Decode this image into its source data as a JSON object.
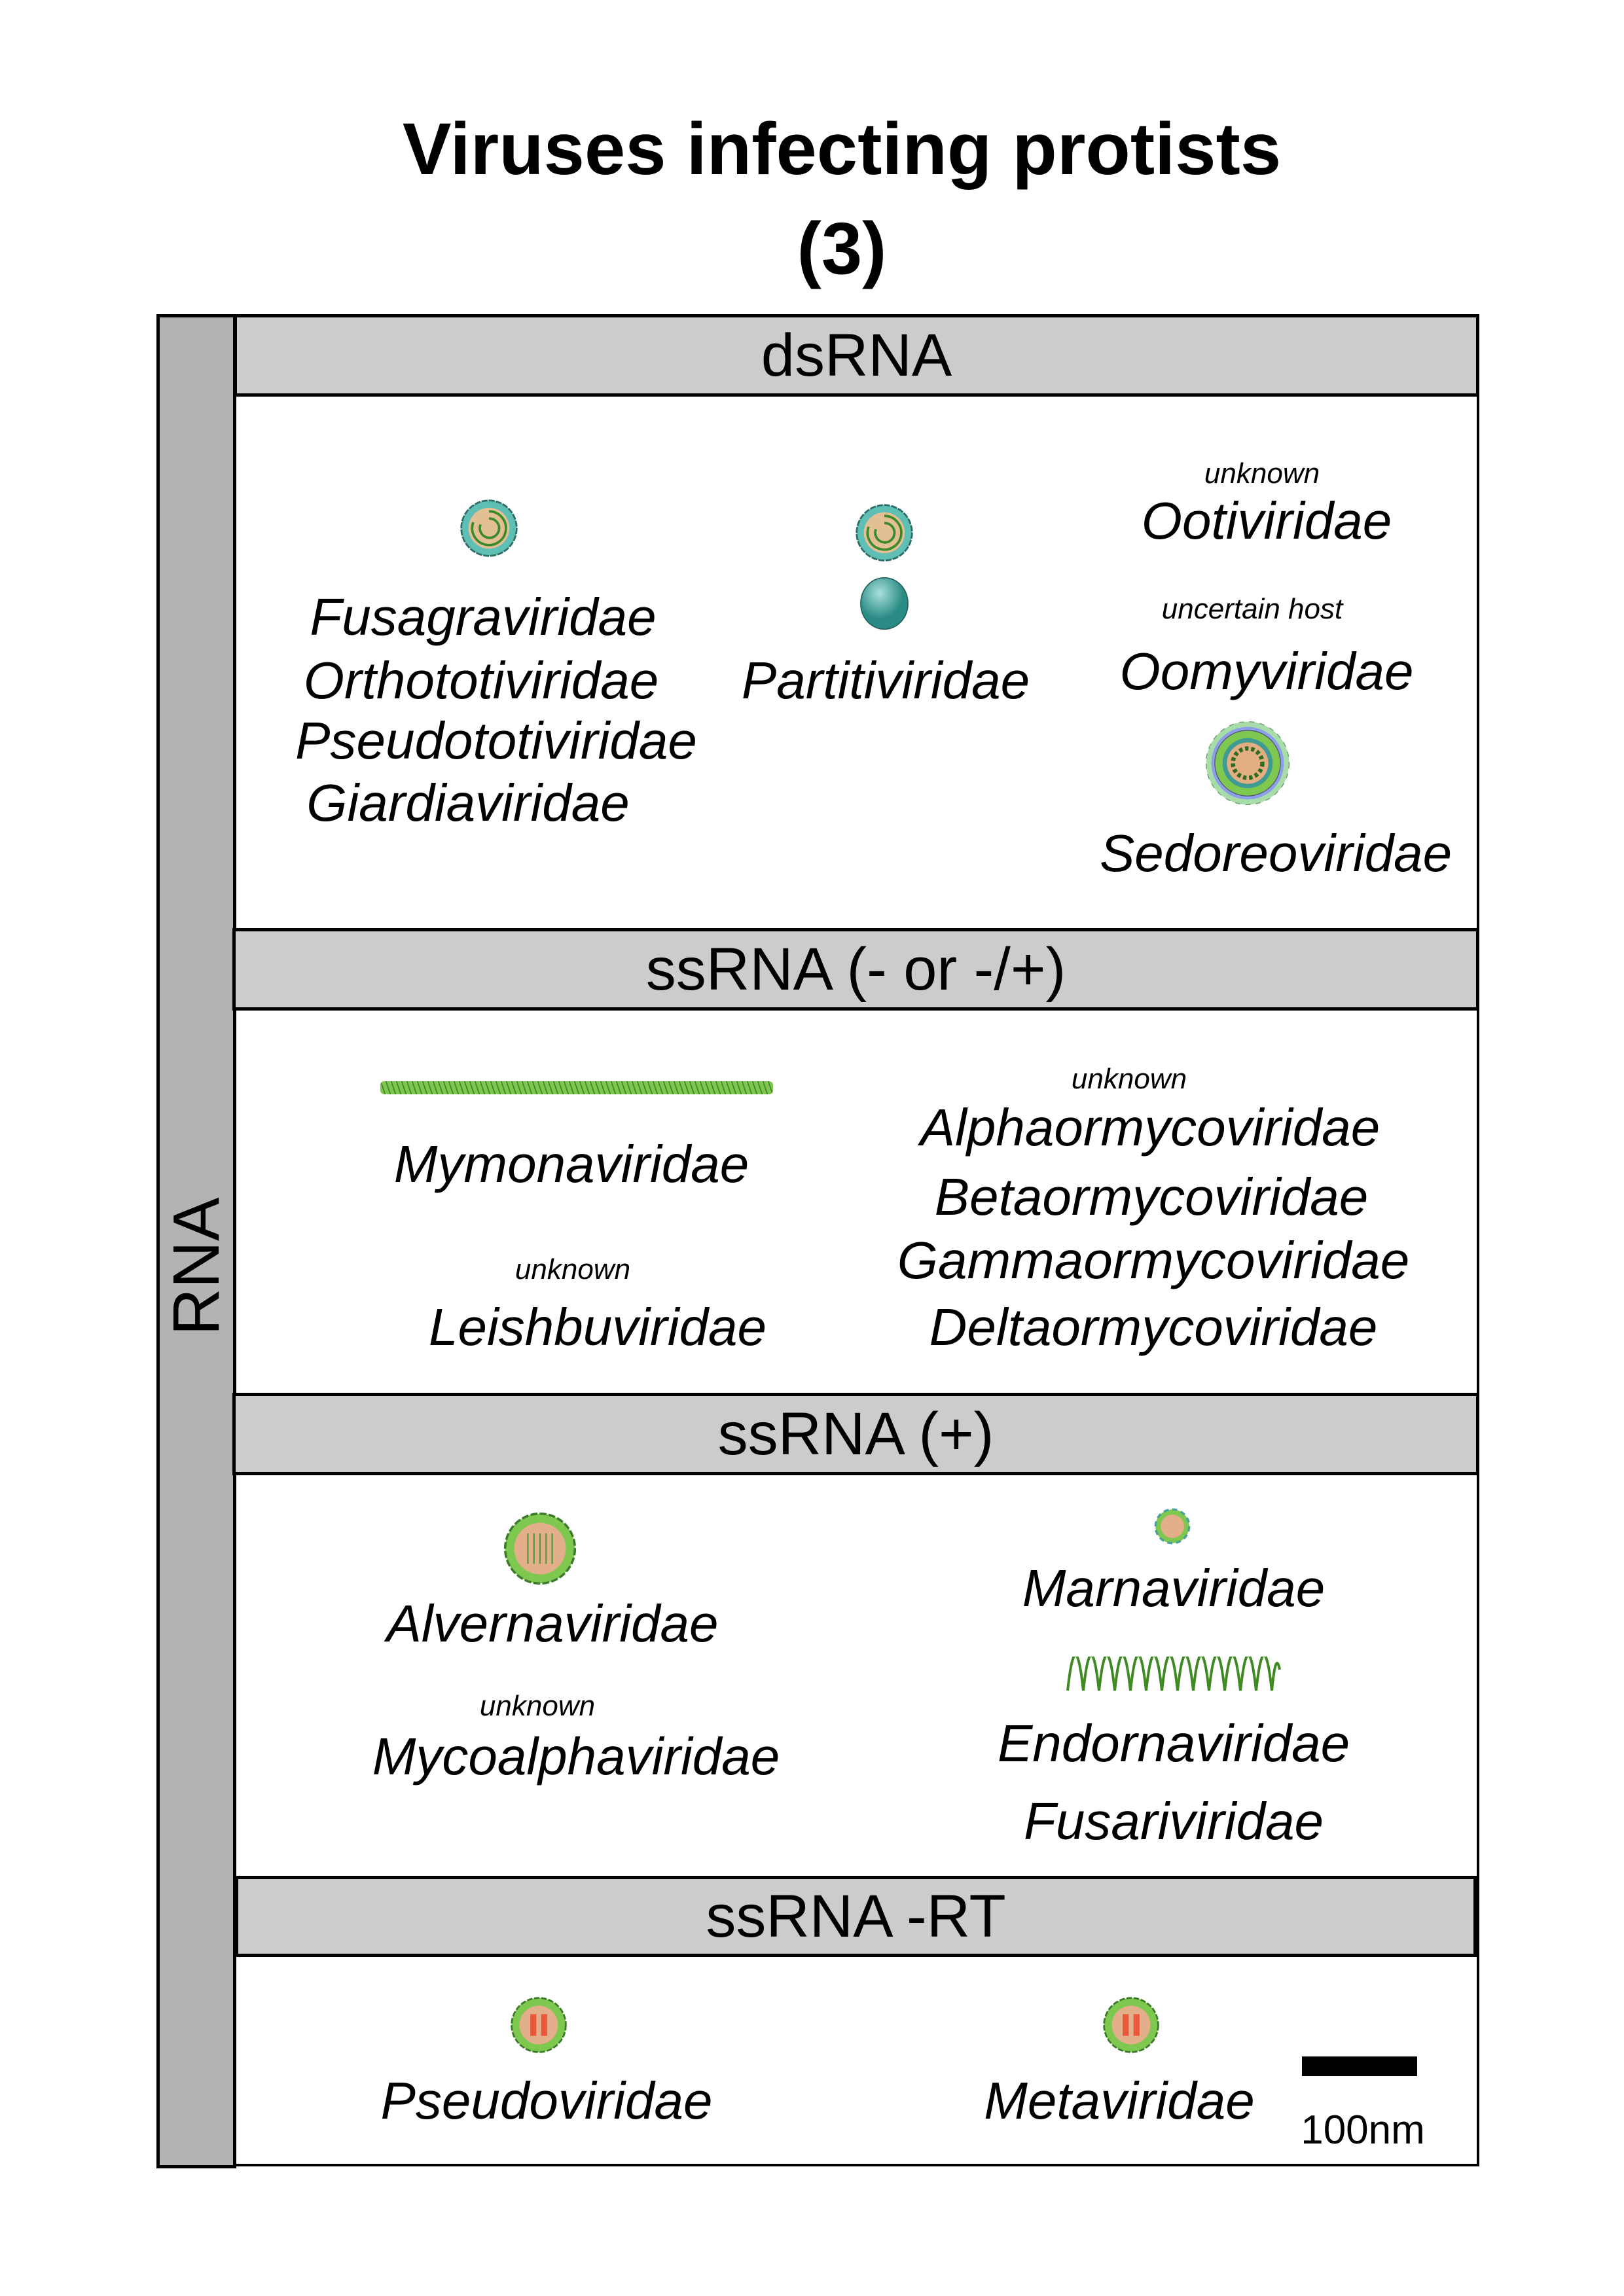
{
  "title": {
    "line1": "Viruses infecting protists",
    "line2": "(3)"
  },
  "side_label": "RNA",
  "sections": {
    "dsrna": {
      "header": "dsRNA",
      "col1": [
        "Fusagraviridae",
        "Orthototiviridae",
        "Pseudototiviridae",
        "Giardiaviridae"
      ],
      "col2": [
        "Partitiviridae"
      ],
      "ootiviridae_note": "unknown",
      "ootiviridae": "Ootiviridae",
      "oomyviridae_note": "uncertain host",
      "oomyviridae": "Oomyviridae",
      "sedoreoviridae": "Sedoreoviridae"
    },
    "ssrna_neg": {
      "header": "ssRNA (- or -/+)",
      "mymonaviridae": "Mymonaviridae",
      "leishbuviridae_note": "unknown",
      "leishbuviridae": "Leishbuviridae",
      "ormyco_note": "unknown",
      "ormyco": [
        "Alphaormycoviridae",
        "Betaormycoviridae",
        "Gammaormycoviridae",
        "Deltaormycoviridae"
      ]
    },
    "ssrna_pos": {
      "header": "ssRNA (+)",
      "alvernaviridae": "Alvernaviridae",
      "mycoalphaviridae_note": "unknown",
      "mycoalphaviridae": "Mycoalphaviridae",
      "marnaviridae": "Marnaviridae",
      "endornaviridae": "Endornaviridae",
      "fusariviridae": "Fusariviridae"
    },
    "ssrna_rt": {
      "header": "ssRNA -RT",
      "pseudoviridae": "Pseudoviridae",
      "metaviridae": "Metaviridae"
    }
  },
  "scale_bar": {
    "label": "100nm"
  },
  "colors": {
    "header_bg": "#cccccc",
    "sidebar_bg": "#b3b3b3",
    "capsid_teal": "#5fbfb4",
    "core_tan": "#e3b58b",
    "capsid_green": "#7ec850"
  }
}
